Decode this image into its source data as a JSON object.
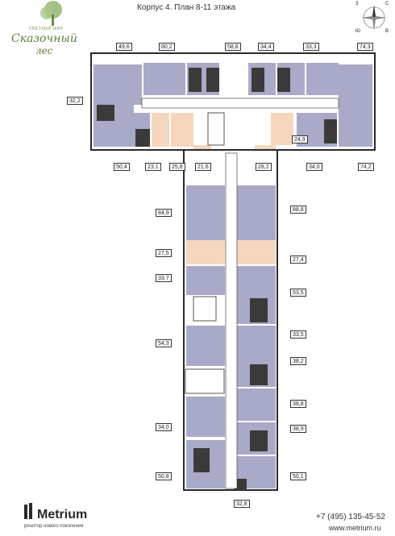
{
  "header": {
    "title": "Корпус 4. План 8-11 этажа"
  },
  "logo": {
    "tagline": "СВЕТЛЫЙ МИР",
    "name_line1": "Сказочный",
    "name_line2": "лес"
  },
  "compass": {
    "north": "С",
    "south": "Ю",
    "west": "З",
    "east": "В"
  },
  "areas": {
    "top": [
      "49,6",
      "80,2",
      "58,8",
      "34,4",
      "33,3",
      "74,3"
    ],
    "left_wing": "32,2",
    "bottom_wing": [
      "50,4",
      "23,1",
      "25,8",
      "21,6",
      "28,2",
      "34,0",
      "74,2"
    ],
    "corridor_center": "24,9",
    "tower_left": [
      "84,9",
      "27,5",
      "33,7",
      "54,3",
      "34,0",
      "50,8"
    ],
    "tower_right": [
      "88,8",
      "27,4",
      "53,5",
      "33,5",
      "38,2",
      "38,8",
      "38,9",
      "50,1"
    ],
    "bottom": "32,8"
  },
  "footer": {
    "brand": "Metrium",
    "brand_sub": "риэлтор нового поколения",
    "phone": "+7 (495) 135-45-52",
    "site": "www.metrium.ru"
  },
  "colors": {
    "apartment": "#a9aac8",
    "studio_highlight": "#f5d7bf",
    "wall": "#2a2a2a",
    "brand_green": "#5a7f3a"
  }
}
